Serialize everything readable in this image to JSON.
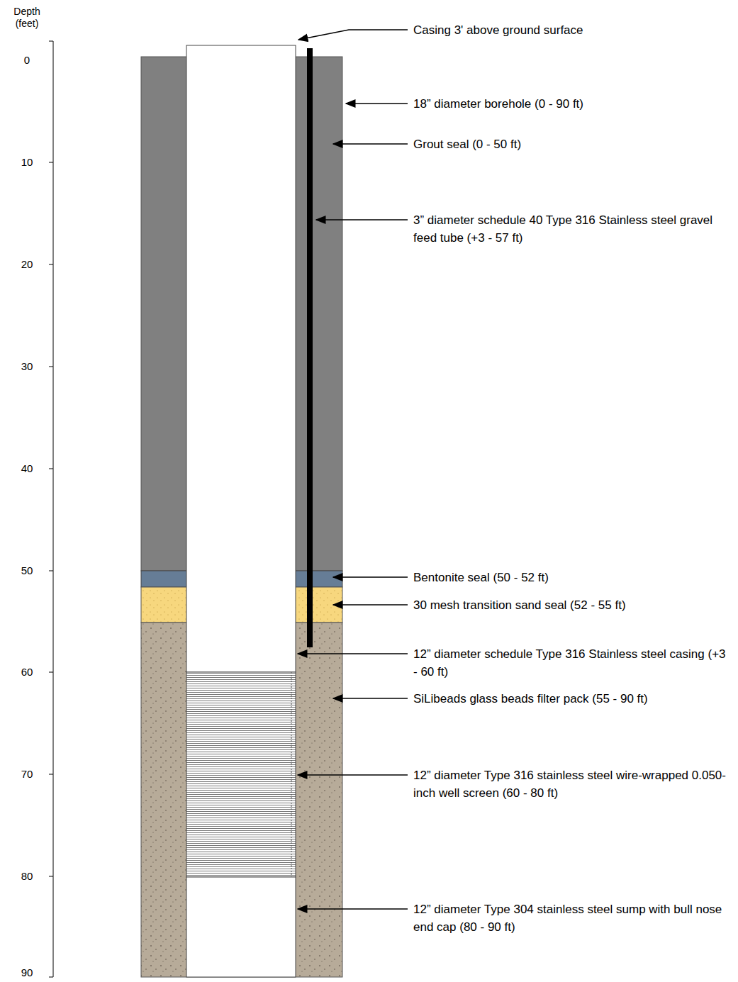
{
  "diagram": {
    "labels": [
      "Depth (feet)",
      "0",
      "10",
      "20",
      "30",
      "40",
      "50",
      "60",
      "70",
      "80",
      "90",
      "Casing 3' above ground surface",
      "18” diameter borehole (0 - 90 ft)",
      "Grout seal (0 - 50 ft)",
      "3” diameter schedule 40 Type 316 Stainless steel gravel feed tube (+3 - 57 ft)",
      "Bentonite seal (50 - 52 ft)",
      "30 mesh transition sand seal (52 - 55 ft)",
      "12” diameter schedule Type 316 Stainless steel casing (+3 - 60 ft)",
      "SiLibeads glass beads filter pack (55 - 90 ft)",
      "12” diameter Type 316 stainless steel wire-wrapped 0.050-inch well screen (60 - 80 ft)",
      "12” diameter Type 304 stainless steel sump with bull nose end cap (80 - 90 ft)"
    ]
  }
}
